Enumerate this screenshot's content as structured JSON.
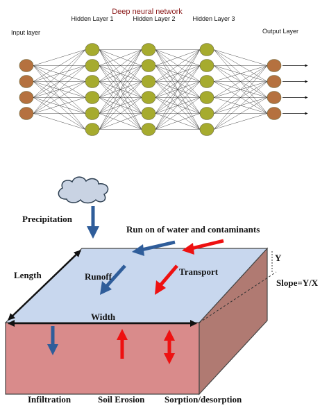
{
  "nn": {
    "title": "Deep neural network",
    "layers": [
      {
        "label": "Input layer",
        "nodes": 4,
        "color": "#b5713f"
      },
      {
        "label": "Hidden Layer 1",
        "nodes": 6,
        "color": "#a6ab2e"
      },
      {
        "label": "Hidden Layer 2",
        "nodes": 6,
        "color": "#a6ab2e"
      },
      {
        "label": "Hidden Layer 3",
        "nodes": 6,
        "color": "#a6ab2e"
      },
      {
        "label": "Output Layer",
        "nodes": 4,
        "color": "#b5713f"
      }
    ]
  },
  "model": {
    "precipitation": "Precipitation",
    "run_on": "Run on of water and contaminants",
    "length": "Length",
    "runoff": "Runoff",
    "transport": "Transport",
    "width": "Width",
    "y": "Y",
    "slope": "Slope=Y/X",
    "infiltration": "Infiltration",
    "soil_erosion": "Soil Erosion",
    "sorption": "Sorption/desorption"
  },
  "colors": {
    "title": "#8b1a1a",
    "top_face": "#c8d7ee",
    "front_face": "#d98b8b",
    "side_face": "#b07a72",
    "blue_arrow": "#2f5d9a",
    "red_arrow": "#ee1111",
    "cloud": "#c9d3e3"
  }
}
